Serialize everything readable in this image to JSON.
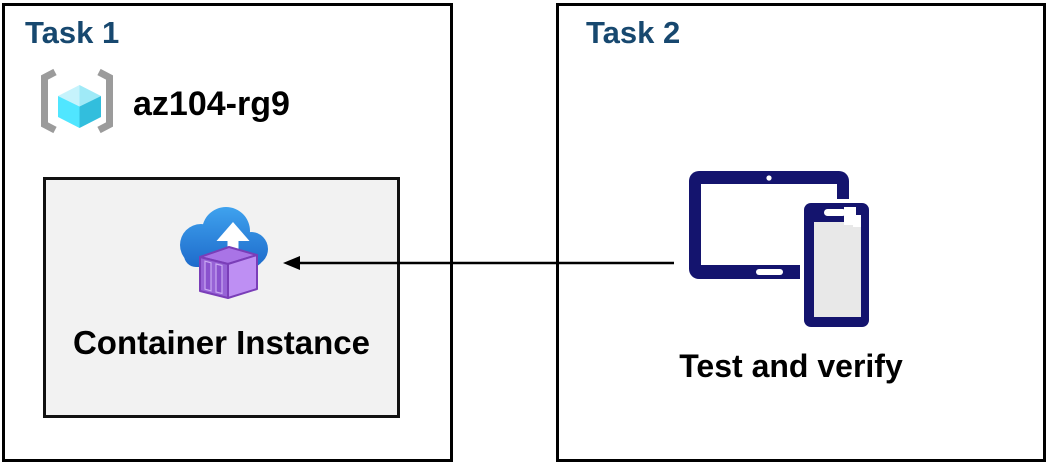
{
  "task1": {
    "title": "Task 1",
    "resource_group": {
      "icon": "resource-group-icon",
      "name": "az104-rg9"
    },
    "container_instance": {
      "icon": "container-instances-icon",
      "label": "Container Instance"
    }
  },
  "task2": {
    "title": "Task 2",
    "devices": {
      "icon": "tablet-phone-icon",
      "label": "Test and verify"
    }
  },
  "connector": {
    "type": "arrow",
    "from": "task2-devices",
    "to": "task1-container-instance",
    "direction": "right-to-left"
  },
  "colors": {
    "task_title": "#17486F",
    "label_text": "#000000",
    "box_border": "#000000",
    "inner_box_fill": "#F2F2F2",
    "inner_box_border": "#111111",
    "bracket_gray": "#9B9B9B",
    "cube_top_left": "#C6F3FC",
    "cube_top_right": "#9FEAF7",
    "cube_left": "#50E6FF",
    "cube_right": "#32BEDD",
    "cloud_blue_top": "#3FA2EE",
    "cloud_blue_bottom": "#1E6BCB",
    "container_purple_top": "#A974E6",
    "container_purple_front": "#9763D6",
    "container_purple_side": "#BE8FF3",
    "container_purple_outline": "#7A3EB8",
    "container_rib": "#8A52CE",
    "container_rib_edge": "#C9A9F2",
    "device_navy": "#14146E",
    "phone_screen_gray": "#E8E8E8",
    "arrow_black": "#000000"
  }
}
